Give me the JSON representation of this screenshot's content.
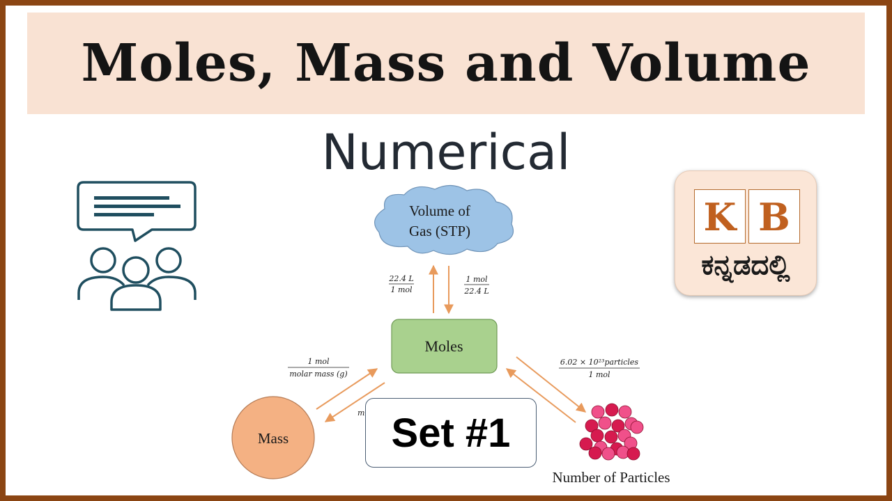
{
  "header": {
    "title": "Moles, Mass and Volume",
    "subtitle": "Numerical"
  },
  "diagram": {
    "volume_node": {
      "line1": "Volume of",
      "line2": "Gas (STP)"
    },
    "moles_node": "Moles",
    "mass_node": "Mass",
    "particles_node": "Number of Particles",
    "factors": {
      "moles_to_volume": {
        "num": "22.4 L",
        "den": "1 mol"
      },
      "volume_to_moles": {
        "num": "1 mol",
        "den": "22.4 L"
      },
      "mass_to_moles": {
        "num": "1 mol",
        "den": "molar mass (g)"
      },
      "moles_to_particles": {
        "num": "6.02 × 10²³particles",
        "den": "1 mol"
      },
      "moles_to_mass_partial": "m"
    }
  },
  "set_label": "Set #1",
  "logo": {
    "letter_k": "K",
    "letter_b": "B",
    "script": "ಕನ್ನಡದಲ್ಲಿ"
  },
  "colors": {
    "border": "#8b4513",
    "banner_bg": "#f9e2d3",
    "arrow": "#e89a5c",
    "cloud": "#9dc3e6",
    "moles_box": "#a9d18e",
    "mass_circle": "#f4b183",
    "particles": "#e0245e",
    "icon": "#1f4e5f",
    "logo_letters": "#c0601f"
  }
}
